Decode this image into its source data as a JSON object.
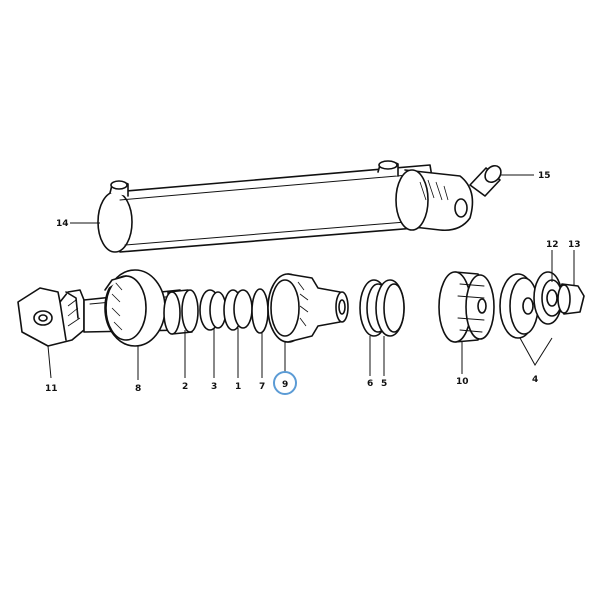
{
  "diagram": {
    "labels": {
      "l1": "1",
      "l2": "2",
      "l3": "3",
      "l4": "4",
      "l5": "5",
      "l6": "6",
      "l7": "7",
      "l8": "8",
      "l9": "9",
      "l10": "10",
      "l11": "11",
      "l12": "12",
      "l13": "13",
      "l14": "14",
      "l15": "15"
    },
    "highlighted_part": "9",
    "colors": {
      "line": "#111111",
      "highlight": "#5b9bd5",
      "background": "#ffffff"
    }
  }
}
